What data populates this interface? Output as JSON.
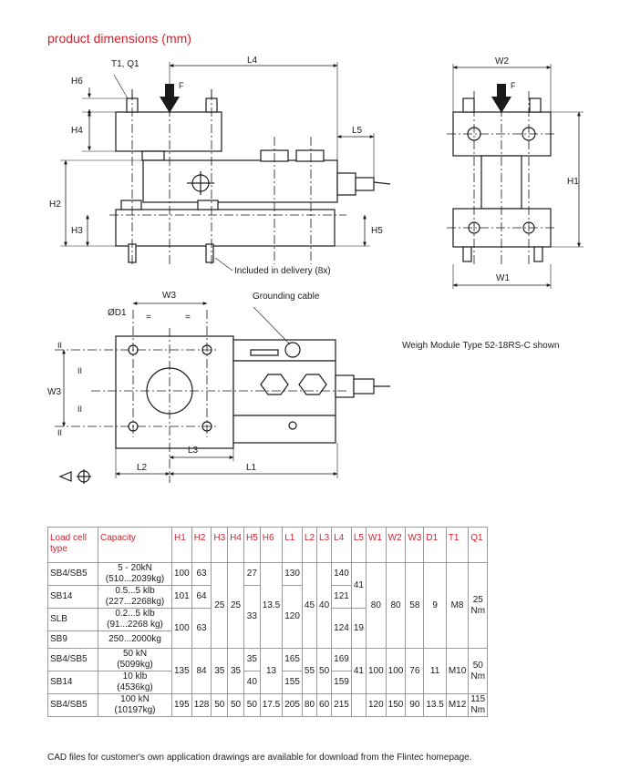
{
  "title": "product dimensions (mm)",
  "caption": "Weigh Module Type 52-18RS-C shown",
  "footnote": "CAD files for customer's own application drawings are available for download from the Flintec homepage.",
  "drawing_labels": {
    "t1q1": "T1, Q1",
    "l4": "L4",
    "f": "F",
    "h6": "H6",
    "h4": "H4",
    "l5": "L5",
    "h2": "H2",
    "h3": "H3",
    "h5": "H5",
    "delivery": "Included in delivery (8x)",
    "w2": "W2",
    "h1": "H1",
    "w1": "W1",
    "w3": "W3",
    "od1": "ØD1",
    "grounding": "Grounding cable",
    "l3": "L3",
    "l2": "L2",
    "l1": "L1",
    "ii": "II",
    "eq": "="
  },
  "table": {
    "headers": [
      "Load cell type",
      "Capacity",
      "H1",
      "H2",
      "H3",
      "H4",
      "H5",
      "H6",
      "L1",
      "L2",
      "L3",
      "L4",
      "L5",
      "W1",
      "W2",
      "W3",
      "D1",
      "T1",
      "Q1"
    ],
    "g1": {
      "r1": {
        "type": "SB4/SB5",
        "cap1": "5 - 20kN",
        "cap2": "(510...2039kg)",
        "h1": "100",
        "h2": "63",
        "h5": "27",
        "l1": "130",
        "l4": "140"
      },
      "r2": {
        "type": "SB14",
        "cap1": "0.5...5 klb",
        "cap2": "(227...2268kg)",
        "h1": "101",
        "h2": "64",
        "l4": "121"
      },
      "r3": {
        "type": "SLB",
        "cap1": "0.2...5 klb",
        "cap2": "(91...2268 kg)",
        "h1": "100",
        "h2": "63",
        "l4": "124",
        "l5": "19"
      },
      "r4": {
        "type": "SB9",
        "cap1": "250...2000kg"
      },
      "h3": "25",
      "h4": "25",
      "h5b": "33",
      "h6": "13.5",
      "l1b": "120",
      "l2": "45",
      "l3": "40",
      "l5": "41",
      "w1": "80",
      "w2": "80",
      "w3": "58",
      "d1": "9",
      "t1": "M8",
      "q1a": "25",
      "q1b": "Nm"
    },
    "g2": {
      "r5": {
        "type": "SB4/SB5",
        "cap1": "50 kN",
        "cap2": "(5099kg)",
        "h5": "35",
        "l1": "165",
        "l4": "169"
      },
      "r6": {
        "type": "SB14",
        "cap1": "10 klb",
        "cap2": "(4536kg)",
        "h5": "40",
        "l1": "155",
        "l4": "159",
        "l5": "41"
      },
      "h1": "135",
      "h2": "84",
      "h3": "35",
      "h4": "35",
      "h6": "13",
      "l2": "55",
      "l3": "50",
      "w1": "100",
      "w2": "100",
      "w3": "76",
      "d1": "11",
      "t1": "M10",
      "q1a": "50",
      "q1b": "Nm"
    },
    "r7": {
      "type": "SB4/SB5",
      "cap1": "100 kN",
      "cap2": "(10197kg)",
      "h1": "195",
      "h2": "128",
      "h3": "50",
      "h4": "50",
      "h5": "50",
      "h6": "17.5",
      "l1": "205",
      "l2": "80",
      "l3": "60",
      "l4": "215",
      "w1": "120",
      "w2": "150",
      "w3": "90",
      "d1": "13.5",
      "t1": "M12",
      "q1a": "115",
      "q1b": "Nm"
    }
  }
}
